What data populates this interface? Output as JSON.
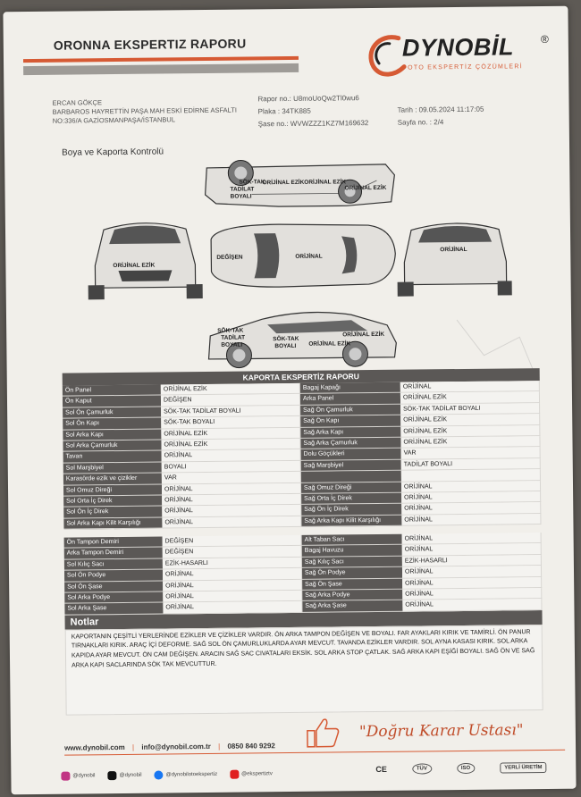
{
  "header": {
    "title": "ORONNA EKSPERTIZ RAPORU",
    "logo_word": "DYNOBİL",
    "logo_reg": "®",
    "logo_sub": "OTO EKSPERTİZ ÇÖZÜMLERİ",
    "address_lines": [
      "ERCAN GÖKÇE",
      "BARBAROS HAYRETTİN PAŞA MAH ESKİ EDİRNE ASFALTI",
      "NO:336/A GAZİOSMANPAŞA/İSTANBUL"
    ],
    "rapor_no": "Rapor no.: U8moUoQw2Tl0wu6",
    "plaka": "Plaka : 34TK885",
    "sase_no": "Şase no.: WVWZZZ1KZ7M169632",
    "tarih": "Tarih : 09.05.2024 11:17:05",
    "sayfa": "Sayfa no. : 2/4"
  },
  "section_title": "Boya ve Kaporta Kontrolü",
  "diagram_labels": {
    "top_side_left": "SÖK-TAK",
    "top_side_left2": "TADİLAT",
    "top_side_left3": "BOYALI",
    "top_side_mid": "ORİJİNAL EZİKORİJİNAL EZİK",
    "top_side_right": "ORİJİNAL EZİK",
    "front": "ORİJİNAL EZİK",
    "top_left": "DEĞİŞEN",
    "top_center": "ORİJİNAL",
    "rear": "ORİJİNAL",
    "bot_side_left": "SÖK-TAK",
    "bot_side_left2": "TADİLAT",
    "bot_side_left3": "BOYALI",
    "bot_side_mid": "SÖK-TAK",
    "bot_side_mid2": "BOYALI",
    "bot_side_right": "ORİJİNAL EZİK",
    "bot_side_right2": "ORİJİNAL EZİK"
  },
  "table": {
    "title": "KAPORTA EKSPERTİZ RAPORU",
    "rows": [
      [
        "Ön Panel",
        "ORİJİNAL EZİK",
        "Bagaj Kapağı",
        "ORİJİNAL"
      ],
      [
        "Ön Kaput",
        "DEĞİŞEN",
        "Arka Panel",
        "ORİJİNAL EZİK"
      ],
      [
        "Sol Ön Çamurluk",
        "SÖK-TAK TADİLAT BOYALI",
        "Sağ Ön Çamurluk",
        "SÖK-TAK TADİLAT BOYALI"
      ],
      [
        "Sol Ön Kapı",
        "SÖK-TAK BOYALI",
        "Sağ Ön Kapı",
        "ORİJİNAL EZİK"
      ],
      [
        "Sol Arka Kapı",
        "ORİJİNAL EZİK",
        "Sağ Arka Kapı",
        "ORİJİNAL EZİK"
      ],
      [
        "Sol Arka Çamurluk",
        "ORİJİNAL EZİK",
        "Sağ Arka Çamurluk",
        "ORİJİNAL EZİK"
      ],
      [
        "Tavan",
        "ORİJİNAL",
        "Dolu Göçükleri",
        "VAR"
      ],
      [
        "Sol Marşbiyel",
        "BOYALI",
        "Sağ Marşbiyel",
        "TADİLAT BOYALI"
      ],
      [
        "Karasörde ezik ve çizikler",
        "VAR",
        "",
        ""
      ],
      [
        "Sol Omuz Direği",
        "ORİJİNAL",
        "Sağ Omuz Direği",
        "ORİJİNAL"
      ],
      [
        "Sol Orta İç Direk",
        "ORİJİNAL",
        "Sağ Orta İç Direk",
        "ORİJİNAL"
      ],
      [
        "Sol Ön İç Direk",
        "ORİJİNAL",
        "Sağ Ön İç Direk",
        "ORİJİNAL"
      ],
      [
        "Sol Arka Kapı Kilit Karşılığı",
        "ORİJİNAL",
        "Sağ Arka Kapı Kilit Karşılığı",
        "ORİJİNAL"
      ]
    ],
    "rows2": [
      [
        "Ön Tampon Demiri",
        "DEĞİŞEN",
        "Alt Taban Sacı",
        "ORİJİNAL"
      ],
      [
        "Arka Tampon Demiri",
        "DEĞİŞEN",
        "Bagaj Havuzu",
        "ORİJİNAL"
      ],
      [
        "Sol Kılıç Sacı",
        "EZİK-HASARLI",
        "Sağ Kılıç Sacı",
        "EZİK-HASARLI"
      ],
      [
        "Sol Ön Podye",
        "ORİJİNAL",
        "Sağ Ön Podye",
        "ORİJİNAL"
      ],
      [
        "Sol Ön Şase",
        "ORİJİNAL",
        "Sağ Ön Şase",
        "ORİJİNAL"
      ],
      [
        "Sol Arka Podye",
        "ORİJİNAL",
        "Sağ Arka Podye",
        "ORİJİNAL"
      ],
      [
        "Sol Arka Şase",
        "ORİJİNAL",
        "Sağ Arka Şase",
        "ORİJİNAL"
      ]
    ]
  },
  "notes": {
    "title": "Notlar",
    "text": "KAPORTANIN ÇEŞİTLİ YERLERİNDE EZİKLER VE ÇİZİKLER VARDIR. ÖN ARKA TAMPON DEĞİŞEN VE BOYALI. FAR AYAKLARI KIRIK VE TAMİRLİ. ÖN PANUR TIRNAKLARI KIRIK. ARAÇ İÇİ DEFORME. SAĞ SOL ÖN ÇAMURLUKLARDA AYAR MEVCUT. TAVANDA EZİKLER VARDIR. SOL AYNA KASASI KIRIK. SOL ARKA KAPIDA AYAR MEVCUT. ÖN CAM DEĞİŞEN. ARACIN SAĞ SAC CIVATALARI EKSİK. SOL ARKA STOP ÇATLAK. SAĞ ARKA KAPI EŞİĞİ BOYALI. SAĞ ÖN VE SAĞ ARKA KAPI SACLARINDA SÖK TAK MEVCUTTUR."
  },
  "footer": {
    "slogan": "\"Doğru Karar Ustası\"",
    "web": "www.dynobil.com",
    "sep1": "|",
    "email": "info@dynobil.com.tr",
    "sep2": "|",
    "phone": "0850 840 9292",
    "social": [
      "@dynobil",
      "@dynobil",
      "@dynobilotoekspertiz",
      "@ekspertiztv"
    ],
    "certs": [
      "CE",
      "TÜV",
      "ISO",
      "YERLİ ÜRETİM"
    ]
  },
  "colors": {
    "accent": "#d65a34",
    "header_bg": "#5b5856"
  }
}
